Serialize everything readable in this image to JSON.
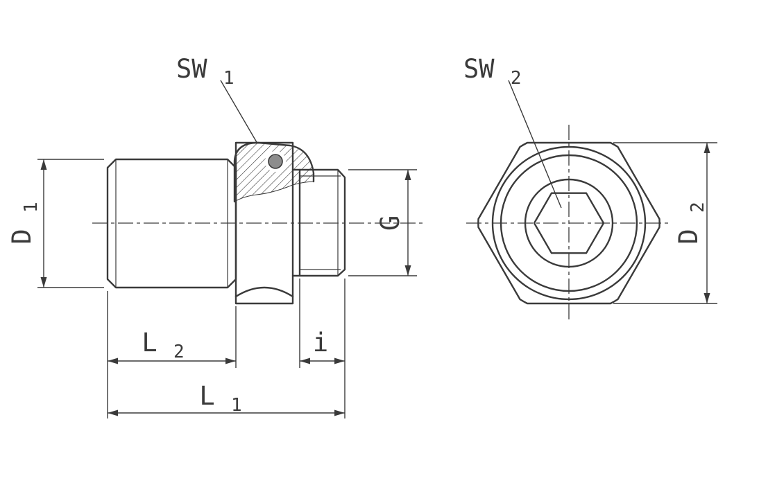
{
  "labels": {
    "sw1": {
      "base": "SW",
      "sub": "1"
    },
    "sw2": {
      "base": "SW",
      "sub": "2"
    },
    "d1": {
      "base": "D",
      "sub": "1"
    },
    "d2": {
      "base": "D",
      "sub": "2"
    },
    "g": {
      "base": "G",
      "sub": ""
    },
    "l1": {
      "base": "L",
      "sub": "1"
    },
    "l2": {
      "base": "L",
      "sub": "2"
    },
    "i": {
      "base": "i",
      "sub": ""
    }
  },
  "colors": {
    "line": "#3a3a3a",
    "oring_fill": "#8d8d8d",
    "background": "#ffffff"
  }
}
